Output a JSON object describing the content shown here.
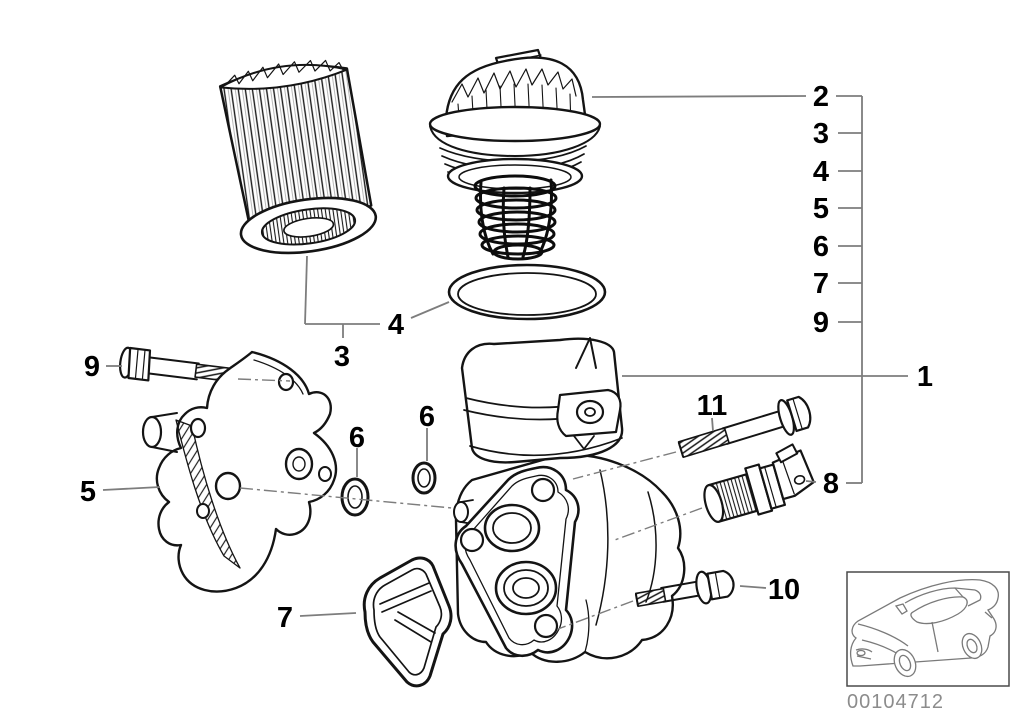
{
  "callouts": {
    "n1": "1",
    "n2": "2",
    "n3": "3",
    "n4": "4",
    "n5": "5",
    "n6": "6",
    "n7": "7",
    "n8": "8",
    "n9": "9",
    "n10": "10",
    "n11": "11"
  },
  "footer": {
    "image_id": "00104712"
  },
  "colors": {
    "part_line": "#141414",
    "leader_line": "#7d7d7d",
    "label_text": "#000000",
    "muted_text": "#8c8c8c"
  }
}
